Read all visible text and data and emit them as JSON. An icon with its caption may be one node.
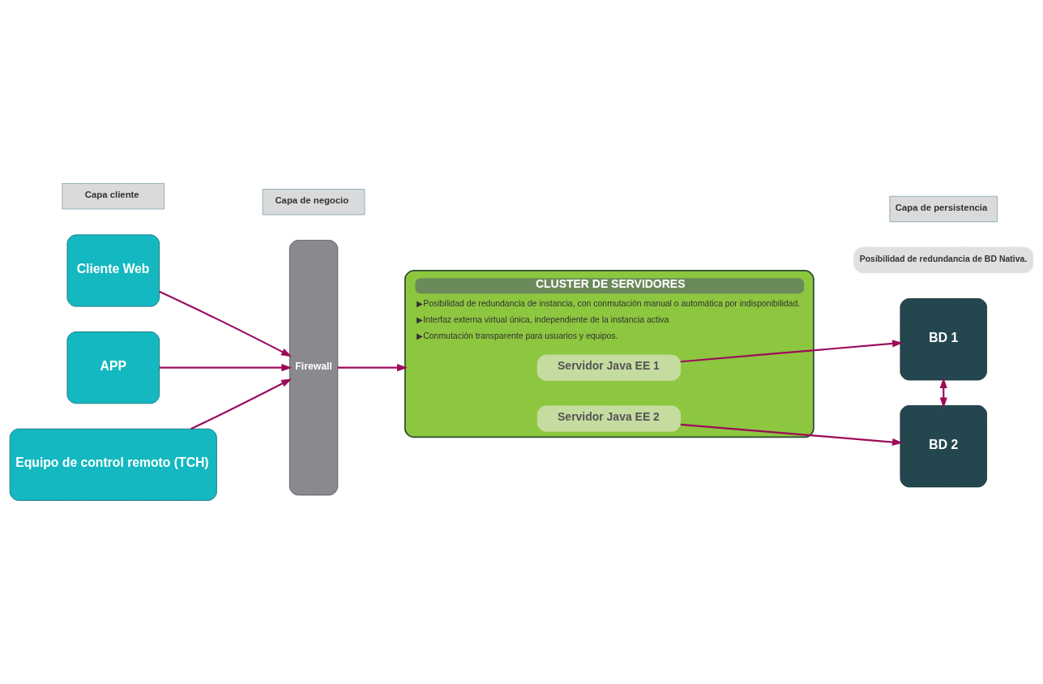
{
  "diagram": {
    "nodes": [
      {
        "text": [
          "Cliente Web"
        ]
      },
      {
        "text": [
          "APP"
        ]
      },
      {
        "text": [
          "Equipo de control remoto (TCH)"
        ]
      },
      {
        "text": [
          "Firewall"
        ]
      },
      {
        "text": [
          "CLUSTER DE SERVIDORES",
          "▶Posibilidad de redundancia de instancia, con conmutación manual o automática por indisponibilidad.",
          "▶Interfaz externa virtual única, independiente de la instancia activa",
          "▶Conmutación transparente para usuarios y equipos."
        ]
      },
      {
        "text": [
          "Servidor Java EE 1"
        ],
        "in": 4
      },
      {
        "text": [
          "Servidor Java EE 2"
        ],
        "in": 4
      },
      {
        "text": [
          "BD 1"
        ]
      },
      {
        "text": [
          "BD 2"
        ]
      },
      {
        "text": [
          "Posibilidad de redundancia de BD Nativa."
        ]
      },
      {
        "text": [
          "Capa cliente"
        ]
      },
      {
        "text": [
          "Capa de negocio"
        ]
      },
      {
        "text": [
          "Capa de persistencia"
        ]
      }
    ],
    "edges": [
      {
        "from": 0,
        "to": 3,
        "arrow": "to"
      },
      {
        "from": 1,
        "to": 3,
        "arrow": "to"
      },
      {
        "from": 2,
        "to": 3,
        "arrow": "to"
      },
      {
        "from": 3,
        "to": 4,
        "arrow": "to"
      },
      {
        "from": 5,
        "to": 7,
        "arrow": "to"
      },
      {
        "from": 6,
        "to": 8,
        "arrow": "to"
      },
      {
        "from": 7,
        "to": 8,
        "arrow": "both"
      }
    ]
  }
}
